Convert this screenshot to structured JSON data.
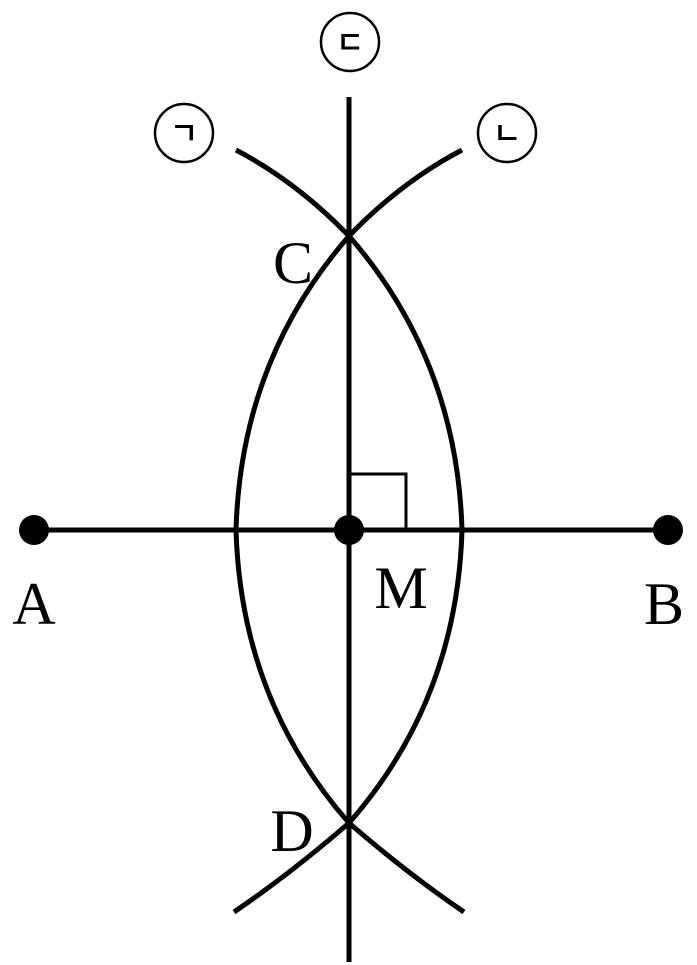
{
  "points": {
    "A": "A",
    "B": "B",
    "M": "M",
    "C": "C",
    "D": "D"
  },
  "step_markers": [
    {
      "id": "step-1",
      "label": "ㄱ"
    },
    {
      "id": "step-2",
      "label": "ㄴ"
    },
    {
      "id": "step-3",
      "label": "ㄷ"
    }
  ],
  "colors": {
    "stroke": "#000000",
    "background": "#ffffff"
  }
}
